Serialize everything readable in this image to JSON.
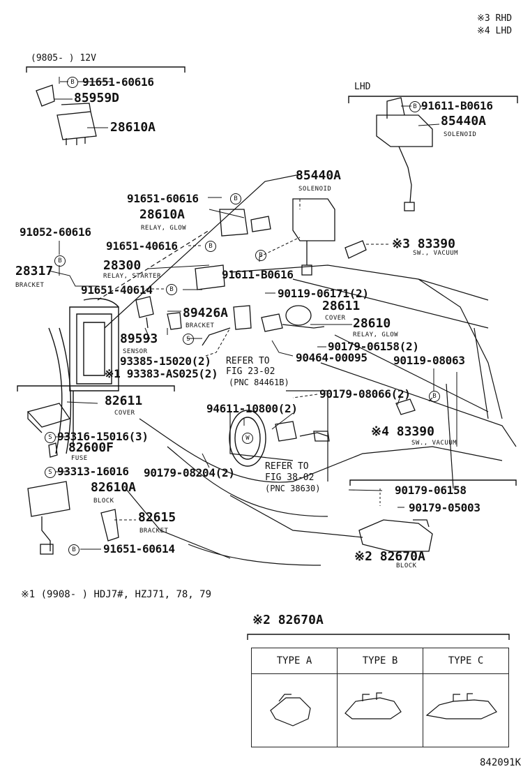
{
  "legend": {
    "rhd": "※3 RHD",
    "lhd": "※4 LHD"
  },
  "groups": {
    "g12v": "(9805-      )  12V",
    "lhd": "LHD"
  },
  "parts": {
    "p91651_60616_top": "91651-60616",
    "p85959D": "85959D",
    "p28610A_top": "28610A",
    "p91611_B0616_lhd": "91611-B0616",
    "p85440A_lhd": "85440A",
    "cap_solenoid_lhd": "SOLENOID",
    "p85440A_mid": "85440A",
    "cap_solenoid_mid": "SOLENOID",
    "p91651_60616_mid": "91651-60616",
    "p28610A_mid": "28610A",
    "cap_relay_glow_a": "RELAY, GLOW",
    "p91052_60616": "91052-60616",
    "p91651_40616": "91651-40616",
    "p83390_rhd": "※3 83390",
    "cap_sw_vacuum_1": "SW., VACUUM",
    "p28317": "28317",
    "cap_bracket_28317": "BRACKET",
    "p28300": "28300",
    "cap_relay_starter": "RELAY, STARTER",
    "p91611_B0616_mid": "91611-B0616",
    "p91651_40614": "91651-40614",
    "p90119_06171": "90119-06171(2)",
    "p28611": "28611",
    "cap_cover_28611": "COVER",
    "p89426A": "89426A",
    "cap_bracket_89426A": "BRACKET",
    "p28610": "28610",
    "cap_relay_glow_b": "RELAY, GLOW",
    "p89593": "89593",
    "cap_sensor": "SENSOR",
    "p90179_06158_2": "90179-06158(2)",
    "p93385_15020": "93385-15020(2)",
    "refer_fig23": "REFER TO",
    "fig23": "FIG 23-02",
    "p90464_00095": "90464-00095",
    "p90119_08063": "90119-08063",
    "p93383_AS025": "※1 93383-AS025(2)",
    "pnc84461b": "(PNC 84461B)",
    "p82611": "82611",
    "cap_cover_82611": "COVER",
    "p90179_08066": "90179-08066(2)",
    "p94611_10800": "94611-10800(2)",
    "p93316_15016": "93316-15016(3)",
    "p83390_lhd": "※4 83390",
    "cap_sw_vacuum_2": "SW., VACUUM",
    "p82600F": "82600F",
    "cap_fuse": "FUSE",
    "p93313_16016": "93313-16016",
    "p90179_08204": "90179-08204(2)",
    "refer_fig38": "REFER TO",
    "fig38": "FIG 38-02",
    "pnc38630": "(PNC 38630)",
    "p82610A": "82610A",
    "cap_block_82610A": "BLOCK",
    "p90179_06158": "90179-06158",
    "p90179_05003": "90179-05003",
    "p82615": "82615",
    "cap_bracket_82615": "BRACKET",
    "p91651_60614": "91651-60614",
    "p82670A": "※2 82670A",
    "cap_block_82670A": "BLOCK"
  },
  "footnote": "※1 (9908-        ) HDJ7#, HZJ71, 78, 79",
  "types_title": "※2  82670A",
  "types": [
    "TYPE  A",
    "TYPE  B",
    "TYPE  C"
  ],
  "ref_code": "842091K",
  "markers": {
    "b": "B",
    "s": "S",
    "w": "W"
  }
}
